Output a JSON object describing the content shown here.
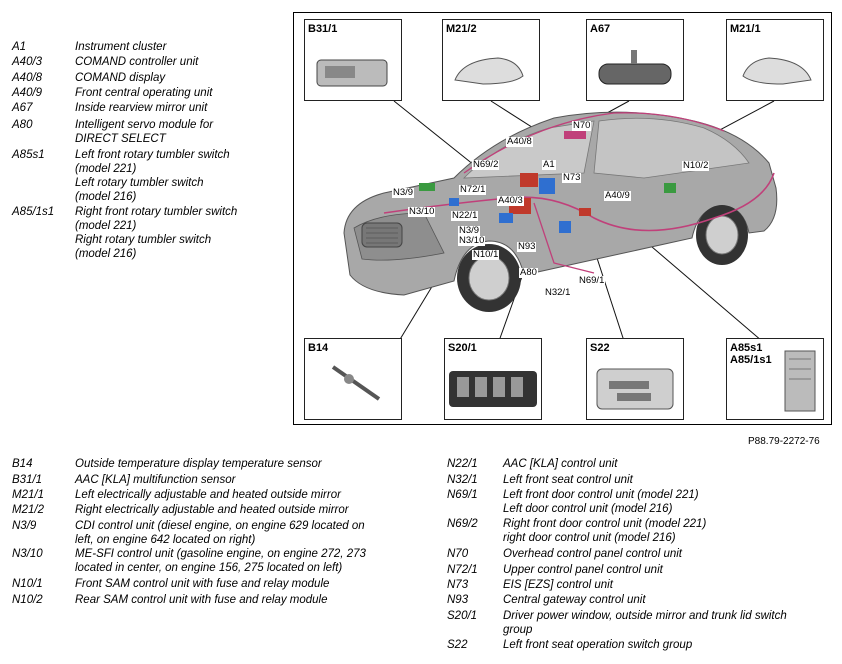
{
  "figure_ref": "P88.79-2272-76",
  "legend_top": [
    {
      "code": "A1",
      "desc": [
        "Instrument cluster"
      ]
    },
    {
      "code": "A40/3",
      "desc": [
        "COMAND controller unit"
      ]
    },
    {
      "code": "A40/8",
      "desc": [
        "COMAND display"
      ]
    },
    {
      "code": "A40/9",
      "desc": [
        "Front central operating unit"
      ]
    },
    {
      "code": "A67",
      "desc": [
        "Inside rearview mirror unit"
      ]
    },
    {
      "code": "A80",
      "desc": [
        "Intelligent servo module for",
        "DIRECT SELECT"
      ]
    },
    {
      "code": "A85s1",
      "desc": [
        "Left front rotary tumbler switch",
        "(model 221)",
        "Left rotary tumbler switch",
        "(model 216)"
      ]
    },
    {
      "code": "A85/1s1",
      "desc": [
        "Right front rotary tumbler switch",
        "(model 221)",
        "Right rotary tumbler switch",
        "(model 216)"
      ]
    }
  ],
  "legend_bottom_left": [
    {
      "code": "B14",
      "desc": [
        "Outside temperature display temperature sensor"
      ]
    },
    {
      "code": "B31/1",
      "desc": [
        "AAC [KLA] multifunction sensor"
      ]
    },
    {
      "code": "M21/1",
      "desc": [
        "Left electrically adjustable and heated outside mirror"
      ]
    },
    {
      "code": "M21/2",
      "desc": [
        "Right electrically adjustable and heated outside mirror"
      ]
    },
    {
      "code": "N3/9",
      "desc": [
        "CDI control unit (diesel engine, on engine 629 located on",
        "left, on engine 642 located on right)"
      ]
    },
    {
      "code": "N3/10",
      "desc": [
        "ME-SFI control unit (gasoline engine, on engine 272, 273",
        "located in center, on engine 156, 275 located on left)"
      ]
    },
    {
      "code": "N10/1",
      "desc": [
        "Front SAM control unit with fuse and relay module"
      ]
    },
    {
      "code": "N10/2",
      "desc": [
        "Rear SAM control unit with fuse and relay module"
      ]
    }
  ],
  "legend_bottom_right": [
    {
      "code": "N22/1",
      "desc": [
        "AAC [KLA] control unit"
      ]
    },
    {
      "code": "N32/1",
      "desc": [
        "Left front seat control unit"
      ]
    },
    {
      "code": "N69/1",
      "desc": [
        "Left front door control unit (model 221)",
        "Left door control unit (model 216)"
      ]
    },
    {
      "code": "N69/2",
      "desc": [
        "Right front door control unit (model 221)",
        "right door control unit (model 216)"
      ]
    },
    {
      "code": "N70",
      "desc": [
        "Overhead control panel control unit"
      ]
    },
    {
      "code": "N72/1",
      "desc": [
        "Upper control panel control unit"
      ]
    },
    {
      "code": "N73",
      "desc": [
        "EIS [EZS] control unit"
      ]
    },
    {
      "code": "N93",
      "desc": [
        "Central gateway control unit"
      ]
    },
    {
      "code": "S20/1",
      "desc": [
        "Driver power window, outside mirror and trunk lid switch",
        "group"
      ]
    },
    {
      "code": "S22",
      "desc": [
        "Left front seat operation switch group"
      ]
    }
  ],
  "insets": {
    "b31_1": "B31/1",
    "m21_2": "M21/2",
    "a67": "A67",
    "m21_1": "M21/1",
    "b14": "B14",
    "s20_1": "S20/1",
    "s22": "S22",
    "a85": "A85s1",
    "a85_2": "A85/1s1"
  },
  "callouts": {
    "n70": "N70",
    "a40_8": "A40/8",
    "n69_2": "N69/2",
    "a1": "A1",
    "n73": "N73",
    "n10_2": "N10/2",
    "n3_9a": "N3/9",
    "n72_1": "N72/1",
    "a40_3": "A40/3",
    "a40_9": "A40/9",
    "n3_10a": "N3/10",
    "n22_1": "N22/1",
    "n3_9b": "N3/9",
    "n3_10b": "N3/10",
    "n93": "N93",
    "n10_1": "N10/1",
    "a80": "A80",
    "n69_1": "N69/1",
    "n32_1": "N32/1"
  },
  "colors": {
    "car_body": "#9a9a9a",
    "wiring": "#c0407a",
    "module_red": "#c0392b",
    "module_blue": "#2f6fd0",
    "module_green": "#3a9a40"
  }
}
